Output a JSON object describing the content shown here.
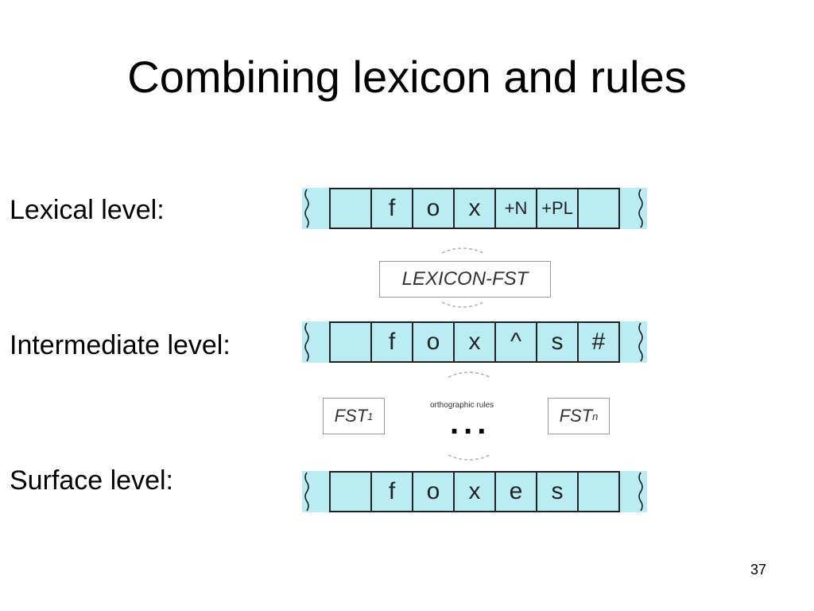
{
  "slide": {
    "title": "Combining lexicon and rules",
    "page_number": "37"
  },
  "levels": {
    "lexical": {
      "label": "Lexical level:",
      "cells": [
        "",
        "f",
        "o",
        "x",
        "+N",
        "+PL",
        ""
      ]
    },
    "intermediate": {
      "label": "Intermediate level:",
      "cells": [
        "",
        "f",
        "o",
        "x",
        "^",
        "s",
        "#"
      ]
    },
    "surface": {
      "label": "Surface level:",
      "cells": [
        "",
        "f",
        "o",
        "x",
        "e",
        "s",
        ""
      ]
    }
  },
  "transducers": {
    "lexicon": "LEXICON-FST",
    "fst_first": {
      "base": "FST",
      "sub": "1"
    },
    "fst_last": {
      "base": "FST",
      "sub": "n"
    },
    "orthographic_label": "orthographic rules",
    "ellipsis": "..."
  },
  "colors": {
    "tape_fill": "#b9ecf3",
    "tape_border": "#222222"
  }
}
